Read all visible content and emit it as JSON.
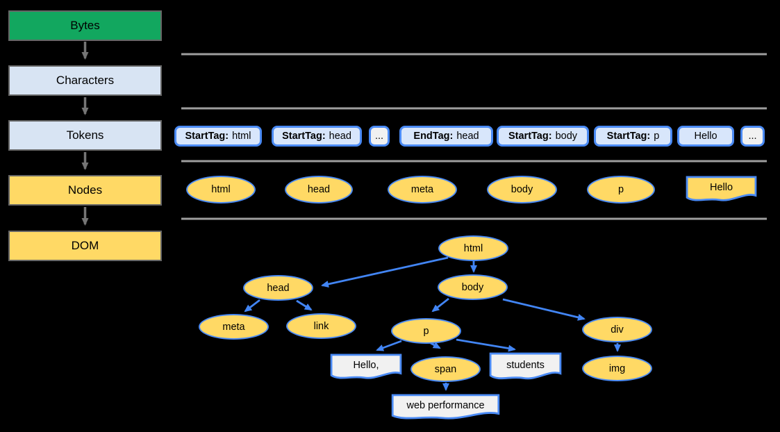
{
  "colors": {
    "background": "#000000",
    "green": "#12A75F",
    "light_blue_box": "#D8E4F3",
    "token_blue_fill": "#D8E6FB",
    "yellow": "#FFD965",
    "blue_border": "#4A8AF4",
    "blue_arrow": "#4285F4",
    "gray_line": "#9E9E9E",
    "gray_border": "#666666",
    "gray_arrow": "#757575",
    "flag_white": "#F1F1F1",
    "text": "#000000"
  },
  "pipeline": {
    "boxes": [
      {
        "label": "Bytes",
        "color_key": "green"
      },
      {
        "label": "Characters",
        "color_key": "light_blue_box"
      },
      {
        "label": "Tokens",
        "color_key": "light_blue_box"
      },
      {
        "label": "Nodes",
        "color_key": "yellow"
      },
      {
        "label": "DOM",
        "color_key": "yellow"
      }
    ]
  },
  "tokens_row": {
    "items": [
      {
        "bold": "StartTag:",
        "text": "html",
        "variant": "blue"
      },
      {
        "bold": "StartTag:",
        "text": "head",
        "variant": "blue"
      },
      {
        "bold": "",
        "text": "...",
        "variant": "white"
      },
      {
        "bold": "EndTag:",
        "text": "head",
        "variant": "blue"
      },
      {
        "bold": "StartTag:",
        "text": "body",
        "variant": "blue"
      },
      {
        "bold": "StartTag:",
        "text": "p",
        "variant": "blue"
      },
      {
        "bold": "",
        "text": "Hello",
        "variant": "blue"
      },
      {
        "bold": "",
        "text": "...",
        "variant": "white"
      }
    ]
  },
  "nodes_row": {
    "items": [
      {
        "label": "html",
        "shape": "ellipse"
      },
      {
        "label": "head",
        "shape": "ellipse"
      },
      {
        "label": "meta",
        "shape": "ellipse"
      },
      {
        "label": "body",
        "shape": "ellipse"
      },
      {
        "label": "p",
        "shape": "ellipse"
      },
      {
        "label": "Hello",
        "shape": "flag",
        "fill_key": "yellow"
      }
    ]
  },
  "dom_tree": {
    "nodes": [
      {
        "id": "html",
        "label": "html",
        "shape": "ellipse"
      },
      {
        "id": "head",
        "label": "head",
        "shape": "ellipse"
      },
      {
        "id": "body",
        "label": "body",
        "shape": "ellipse"
      },
      {
        "id": "meta",
        "label": "meta",
        "shape": "ellipse"
      },
      {
        "id": "link",
        "label": "link",
        "shape": "ellipse"
      },
      {
        "id": "p",
        "label": "p",
        "shape": "ellipse"
      },
      {
        "id": "hello",
        "label": "Hello,",
        "shape": "flag"
      },
      {
        "id": "span",
        "label": "span",
        "shape": "ellipse"
      },
      {
        "id": "students",
        "label": "students",
        "shape": "flag"
      },
      {
        "id": "webperf",
        "label": "web performance",
        "shape": "flag"
      },
      {
        "id": "div",
        "label": "div",
        "shape": "ellipse"
      },
      {
        "id": "img",
        "label": "img",
        "shape": "ellipse"
      }
    ],
    "edges": [
      [
        "html",
        "head"
      ],
      [
        "html",
        "body"
      ],
      [
        "head",
        "meta"
      ],
      [
        "head",
        "link"
      ],
      [
        "body",
        "p"
      ],
      [
        "body",
        "div"
      ],
      [
        "p",
        "hello"
      ],
      [
        "p",
        "span"
      ],
      [
        "p",
        "students"
      ],
      [
        "span",
        "webperf"
      ],
      [
        "div",
        "img"
      ]
    ]
  }
}
